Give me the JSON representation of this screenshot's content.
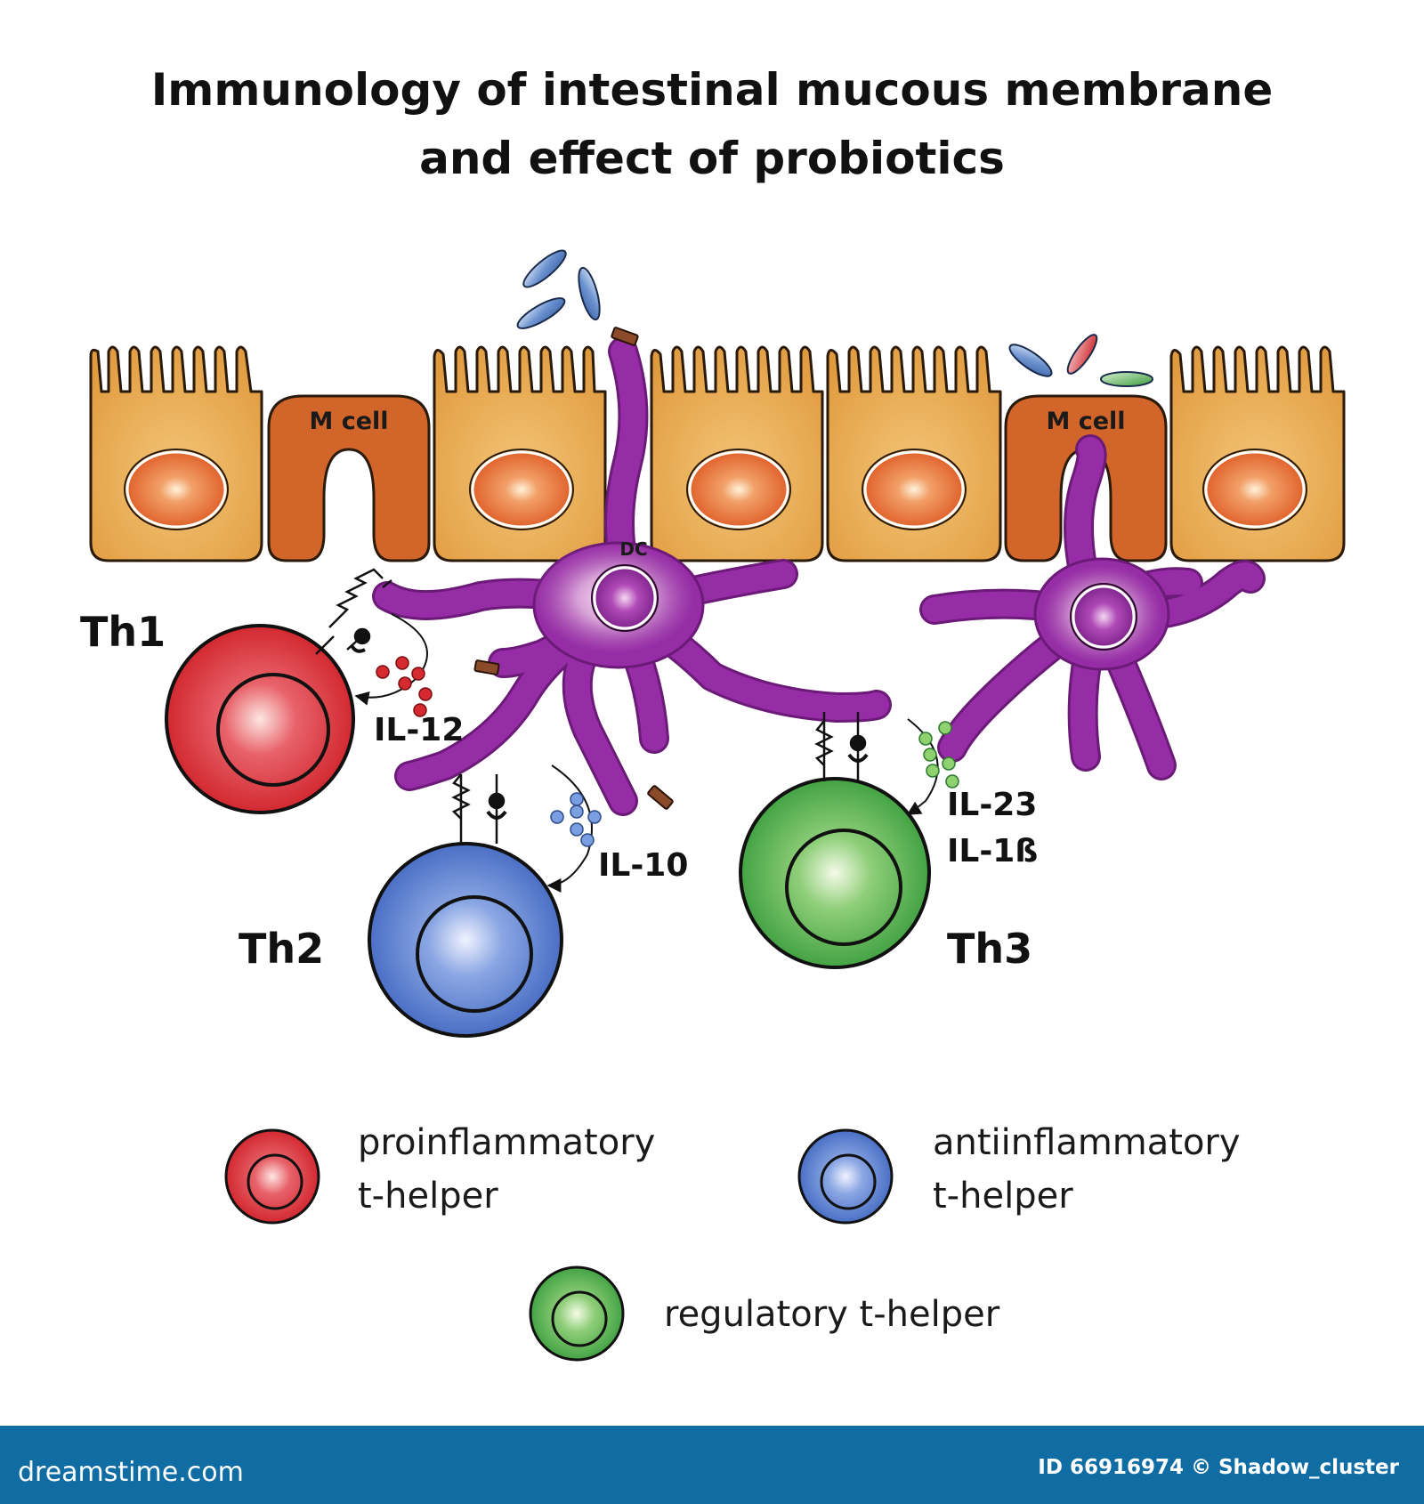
{
  "title": {
    "line1": "Immunology of intestinal mucous membrane",
    "line2": "and effect of probiotics"
  },
  "labels": {
    "m_cell_left": "M cell",
    "m_cell_right": "M cell",
    "dc": "DC",
    "th1": "Th1",
    "th2": "Th2",
    "th3": "Th3",
    "il12": "IL-12",
    "il10": "IL-10",
    "il23": "IL-23",
    "il1b": "IL-1ß"
  },
  "legend": [
    {
      "line1": "proinflammatory",
      "line2": "t-helper",
      "color": "#d42a30"
    },
    {
      "line1": "antiinflammatory",
      "line2": "t-helper",
      "color": "#4a74c9"
    },
    {
      "line1": "regulatory t-helper",
      "line2": "",
      "color": "#3fa543"
    }
  ],
  "colors": {
    "epithelium": "#e5a74b",
    "m_cell": "#d2652a",
    "nucleus": "#e0602a",
    "dendritic_cell": "#8e2b9a",
    "th1": "#d42a30",
    "th2": "#4a74c9",
    "th3": "#3fa543",
    "footer_bar": "#0f6da4"
  },
  "footer": {
    "site": "dreamstime.com",
    "id_credit": "ID 66916974 © Shadow_cluster"
  }
}
